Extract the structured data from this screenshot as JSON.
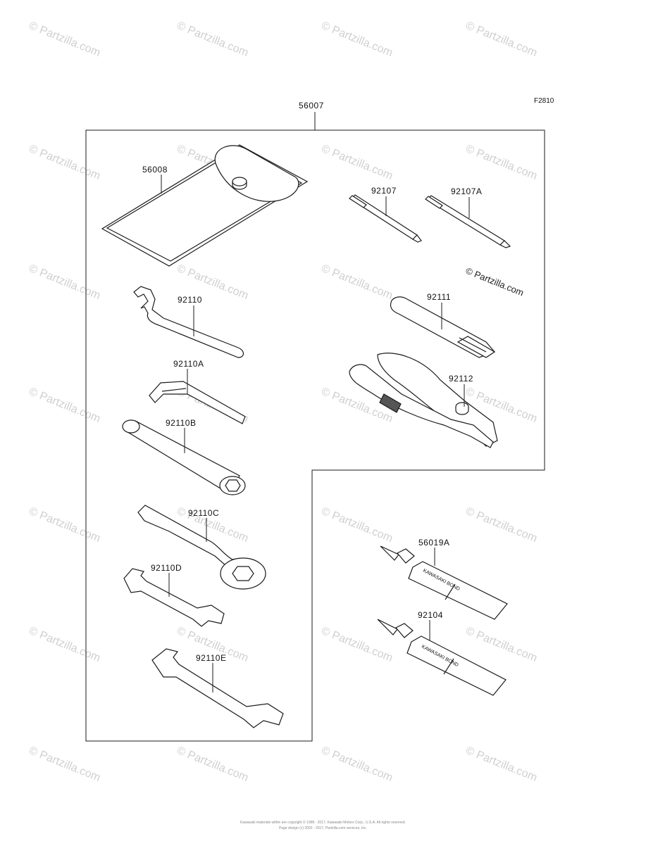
{
  "diagram": {
    "figure_code": "F2810",
    "assembly_label": "56007",
    "parts": [
      {
        "id": "56008"
      },
      {
        "id": "92107"
      },
      {
        "id": "92107A"
      },
      {
        "id": "92110"
      },
      {
        "id": "92111"
      },
      {
        "id": "92110A"
      },
      {
        "id": "92112"
      },
      {
        "id": "92110B"
      },
      {
        "id": "92110C"
      },
      {
        "id": "56019A"
      },
      {
        "id": "92110D"
      },
      {
        "id": "92104"
      },
      {
        "id": "92110E"
      }
    ],
    "copyright_stamp": "© Partzilla.com",
    "watermark_text": "© Partzilla.com",
    "tube_text": "KAWASAKI BOND"
  },
  "footer": {
    "line1": "Kawasaki materials within are copyright © 1998 - 2017, Kawasaki Motors Corp., U.S.A. All rights reserved.",
    "line2": "Page design (c) 2002 - 2017, Partzilla.com services, Inc."
  },
  "colors": {
    "line": "#1a1a1a",
    "fill": "#ffffff",
    "watermark": "#d0d0d0"
  }
}
